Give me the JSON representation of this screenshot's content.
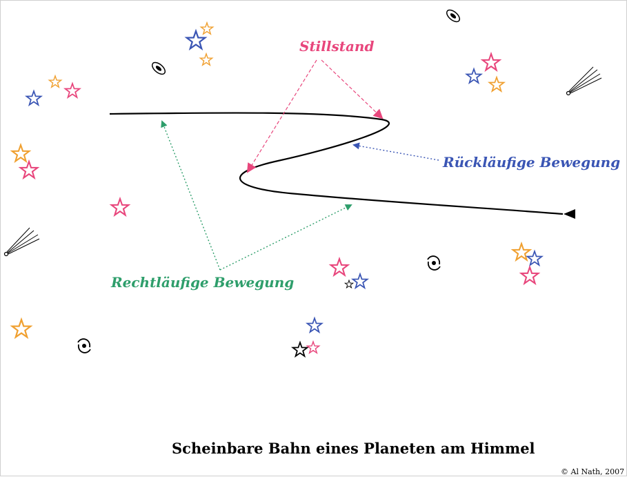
{
  "title": "Scheinbare Bahn eines Planeten  am Himmel",
  "copyright": "© Al Nath, 2007",
  "labels": {
    "stillstand": "Stillstand",
    "rueckläufig": "Rückläufige Bewegung",
    "rechtläufig": "Rechtläufige Bewegung"
  },
  "colors": {
    "stillstand": "#e8467c",
    "rueckläufig": "#3a55b4",
    "rechtläufig": "#2e9e6b",
    "path": "#000000",
    "star_red": "#e8467c",
    "star_blue": "#3a55b4",
    "star_orange": "#f0a030",
    "star_black": "#000000"
  },
  "icons": [
    "star-icon",
    "galaxy-icon",
    "comet-icon",
    "arrowhead-icon"
  ]
}
